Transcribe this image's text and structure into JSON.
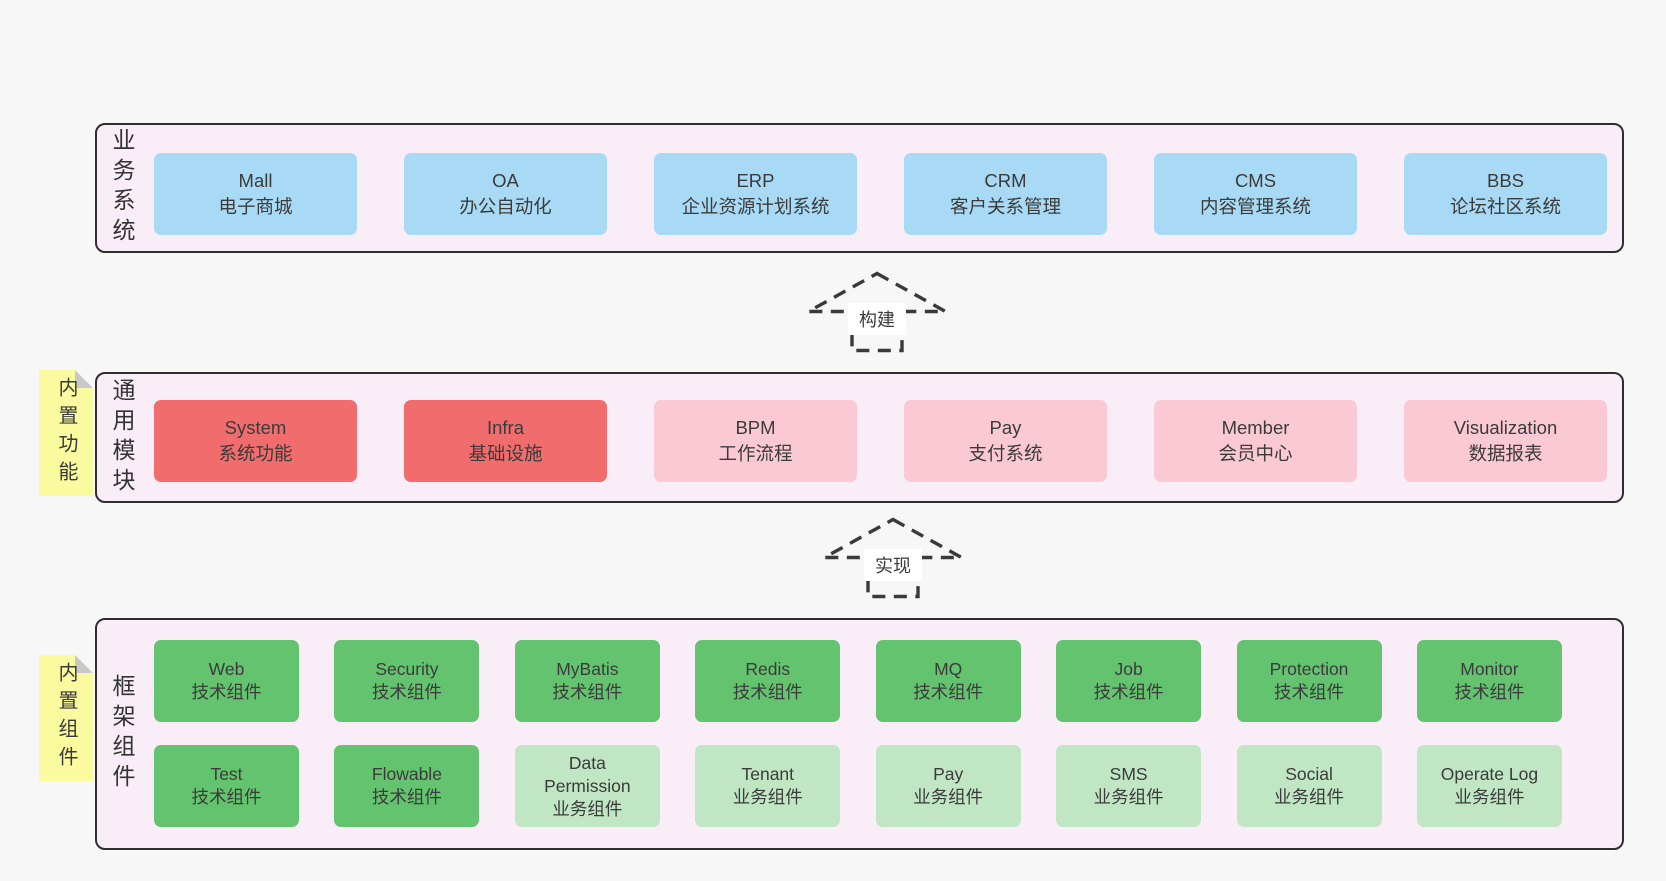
{
  "colors": {
    "background": "#f7f7f7",
    "panel_fill": "#f9eef8",
    "panel_border": "#2f2f2f",
    "box_blue": "#a9daf5",
    "box_red": "#f16c6c",
    "box_pink": "#fac9d3",
    "box_green": "#64c36e",
    "box_green_light": "#c0e6c4",
    "note_yellow": "#fafa9e",
    "note_fold": "#c8c8c8",
    "arrow": "#3a3a3a",
    "text": "#3b3b3b"
  },
  "layers": {
    "business": {
      "label": "业务系统",
      "boxes": [
        {
          "name": "Mall",
          "desc": "电子商城",
          "color": "blue"
        },
        {
          "name": "OA",
          "desc": "办公自动化",
          "color": "blue"
        },
        {
          "name": "ERP",
          "desc": "企业资源计划系统",
          "color": "blue"
        },
        {
          "name": "CRM",
          "desc": "客户关系管理",
          "color": "blue"
        },
        {
          "name": "CMS",
          "desc": "内容管理系统",
          "color": "blue"
        },
        {
          "name": "BBS",
          "desc": "论坛社区系统",
          "color": "blue"
        }
      ]
    },
    "modules": {
      "label": "通用模块",
      "note": "内置功能",
      "boxes": [
        {
          "name": "System",
          "desc": "系统功能",
          "color": "red"
        },
        {
          "name": "Infra",
          "desc": "基础设施",
          "color": "red"
        },
        {
          "name": "BPM",
          "desc": "工作流程",
          "color": "pink"
        },
        {
          "name": "Pay",
          "desc": "支付系统",
          "color": "pink"
        },
        {
          "name": "Member",
          "desc": "会员中心",
          "color": "pink"
        },
        {
          "name": "Visualization",
          "desc": "数据报表",
          "color": "pink"
        }
      ]
    },
    "components": {
      "label": "框架组件",
      "note": "内置组件",
      "rows": [
        [
          {
            "name": "Web",
            "desc": "技术组件",
            "color": "green"
          },
          {
            "name": "Security",
            "desc": "技术组件",
            "color": "green"
          },
          {
            "name": "MyBatis",
            "desc": "技术组件",
            "color": "green"
          },
          {
            "name": "Redis",
            "desc": "技术组件",
            "color": "green"
          },
          {
            "name": "MQ",
            "desc": "技术组件",
            "color": "green"
          },
          {
            "name": "Job",
            "desc": "技术组件",
            "color": "green"
          },
          {
            "name": "Protection",
            "desc": "技术组件",
            "color": "green"
          },
          {
            "name": "Monitor",
            "desc": "技术组件",
            "color": "green"
          }
        ],
        [
          {
            "name": "Test",
            "desc": "技术组件",
            "color": "green"
          },
          {
            "name": "Flowable",
            "desc": "技术组件",
            "color": "green"
          },
          {
            "name": "Data Permission",
            "desc": "业务组件",
            "color": "green_light"
          },
          {
            "name": "Tenant",
            "desc": "业务组件",
            "color": "green_light"
          },
          {
            "name": "Pay",
            "desc": "业务组件",
            "color": "green_light"
          },
          {
            "name": "SMS",
            "desc": "业务组件",
            "color": "green_light"
          },
          {
            "name": "Social",
            "desc": "业务组件",
            "color": "green_light"
          },
          {
            "name": "Operate Log",
            "desc": "业务组件",
            "color": "green_light"
          }
        ]
      ]
    }
  },
  "arrows": [
    {
      "label": "构建"
    },
    {
      "label": "实现"
    }
  ]
}
